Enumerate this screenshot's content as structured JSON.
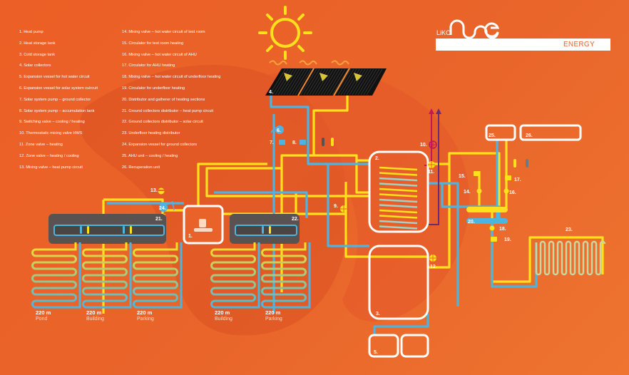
{
  "legend": [
    "1. Heat pump",
    "2. Heat storage tank",
    "3. Cold storage tank",
    "4. Solar collectors",
    "5. Expansion vessel for hot water circuit",
    "6. Expansion vessel for solar system culrcuit",
    "7. Solar system pump – ground collector",
    "8. Solar system pump – accumulation tank",
    "9. Switching valve – cooling / heating",
    "10. Thermostatic mixing valve HWS",
    "11. Zone valve – heating",
    "12. Zone valve – heating / cooling",
    "13. Mixing valve – heat pump circuit",
    "14. Mixing valve – hot water circuit of test room",
    "15. Circulator for test room heating",
    "16. Mixing valve – hot water circuit of AHU",
    "17. Circulator for AHU heating",
    "18. Mixing valve – hot water circuit of underfloor heating",
    "19. Circulator for underfloor heating",
    "20. Distributor and gatherer of heating sections",
    "21. Ground collectors distributor – heat pump circuit",
    "22. Ground collectors distributor – solar circuit",
    "23. Underfloor heating distributor",
    "24. Expansion vessel for ground collectors",
    "25. AHU unit – cooling / heating",
    "26. Recuperation unit"
  ],
  "brand": {
    "logo_text": "LiKO noe",
    "tagline": "ENERGY"
  },
  "labels": {
    "n1": "1.",
    "n2": "2.",
    "n3": "3.",
    "n4": "4.",
    "n5": "5.",
    "n6": "6.",
    "n7": "7.",
    "n8": "8.",
    "n9": "9.",
    "n10": "10.",
    "n11": "11.",
    "n12": "12.",
    "n13": "13.",
    "n14": "14.",
    "n15": "15.",
    "n16": "16.",
    "n17": "17.",
    "n18": "18.",
    "n19": "19.",
    "n20": "20.",
    "n21": "21.",
    "n22": "22.",
    "n23": "23.",
    "n24": "24.",
    "n25": "25.",
    "n26": "26."
  },
  "collectors": [
    {
      "length": "220 m",
      "location": "Pond"
    },
    {
      "length": "220 m",
      "location": "Building"
    },
    {
      "length": "220 m",
      "location": "Parking"
    },
    {
      "length": "220 m",
      "location": "Building"
    },
    {
      "length": "220 m",
      "location": "Parking"
    }
  ],
  "colors": {
    "background": "#e9622a",
    "hot": "#ffe01c",
    "cold": "#4db4df",
    "frame": "#ffffff",
    "distributor": "#5a5250",
    "hws": "#c2185b"
  }
}
